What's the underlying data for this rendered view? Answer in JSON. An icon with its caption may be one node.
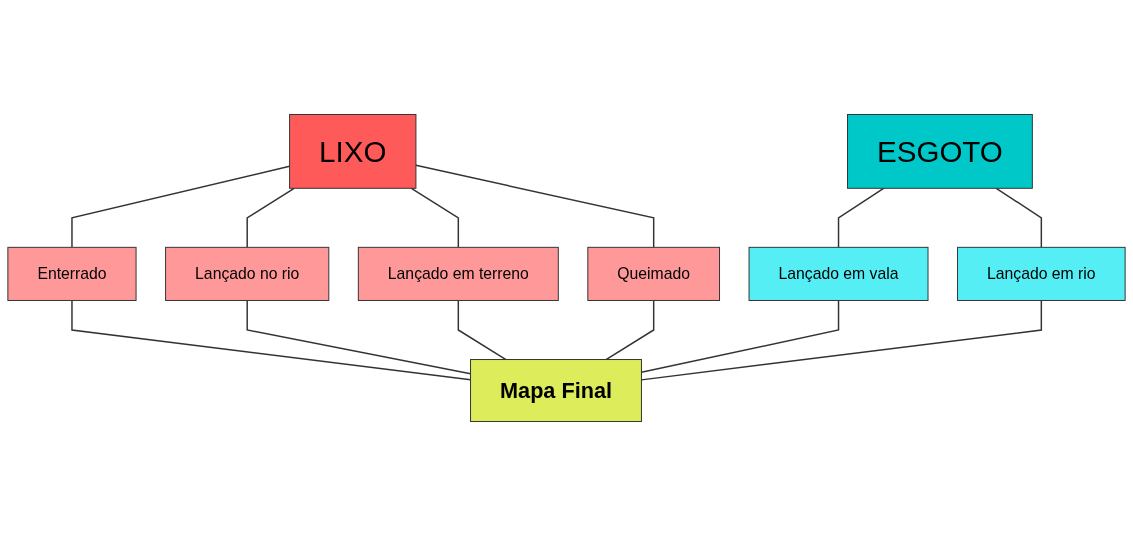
{
  "diagram": {
    "nodes": [
      {
        "text": [
          "LIXO"
        ]
      },
      {
        "text": [
          "ESGOTO"
        ]
      },
      {
        "text": [
          "Enterrado"
        ]
      },
      {
        "text": [
          "Lançado no rio"
        ]
      },
      {
        "text": [
          "Lançado em terreno"
        ]
      },
      {
        "text": [
          "Queimado"
        ]
      },
      {
        "text": [
          "Lançado em vala"
        ]
      },
      {
        "text": [
          "Lançado em rio"
        ]
      },
      {
        "text": [
          "Mapa Final"
        ]
      }
    ],
    "edges": [
      {
        "from": 0,
        "to": 2,
        "arrow": "none"
      },
      {
        "from": 0,
        "to": 3,
        "arrow": "none"
      },
      {
        "from": 0,
        "to": 4,
        "arrow": "none"
      },
      {
        "from": 0,
        "to": 5,
        "arrow": "none"
      },
      {
        "from": 1,
        "to": 6,
        "arrow": "none"
      },
      {
        "from": 1,
        "to": 7,
        "arrow": "none"
      },
      {
        "from": 2,
        "to": 8,
        "arrow": "none"
      },
      {
        "from": 3,
        "to": 8,
        "arrow": "none"
      },
      {
        "from": 4,
        "to": 8,
        "arrow": "none"
      },
      {
        "from": 5,
        "to": 8,
        "arrow": "none"
      },
      {
        "from": 6,
        "to": 8,
        "arrow": "none"
      },
      {
        "from": 7,
        "to": 8,
        "arrow": "none"
      }
    ]
  }
}
